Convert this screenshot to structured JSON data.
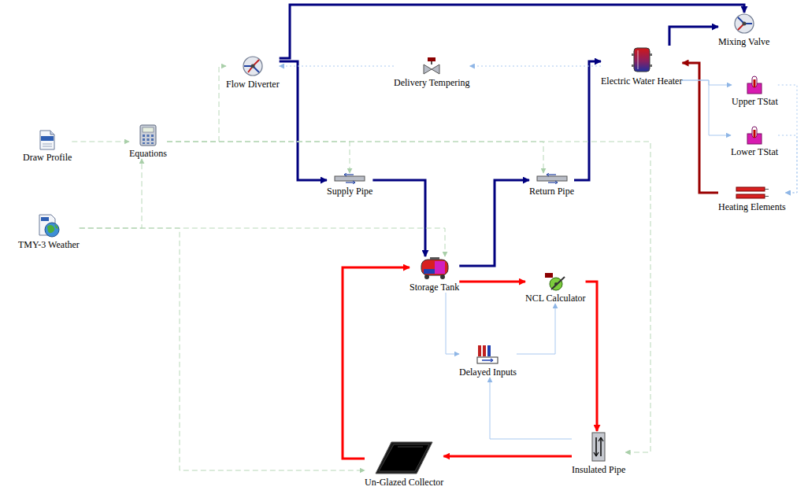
{
  "diagram": {
    "nodes": [
      {
        "text": [
          "Mixing Valve"
        ]
      },
      {
        "text": [
          "Flow Diverter"
        ]
      },
      {
        "text": [
          "Delivery Tempering"
        ]
      },
      {
        "text": [
          "Electric Water Heater"
        ]
      },
      {
        "text": [
          "Upper TStat"
        ]
      },
      {
        "text": [
          "Draw Profile"
        ]
      },
      {
        "text": [
          "Equations"
        ]
      },
      {
        "text": [
          "Lower TStat"
        ]
      },
      {
        "text": [
          "Supply Pipe"
        ]
      },
      {
        "text": [
          "Return Pipe"
        ]
      },
      {
        "text": [
          "Heating Elements"
        ]
      },
      {
        "text": [
          "TMY-3 Weather"
        ]
      },
      {
        "text": [
          "Storage Tank"
        ]
      },
      {
        "text": [
          "NCL Calculator"
        ]
      },
      {
        "text": [
          "Delayed Inputs"
        ]
      },
      {
        "text": [
          "Insulated Pipe"
        ]
      },
      {
        "text": [
          "Un-Glazed Collector"
        ]
      }
    ],
    "edges": [
      {
        "from": 1,
        "to": 8,
        "arrow": "to"
      },
      {
        "from": 1,
        "to": 0,
        "arrow": "to"
      },
      {
        "from": 8,
        "to": 12,
        "arrow": "to"
      },
      {
        "from": 12,
        "to": 9,
        "arrow": "to"
      },
      {
        "from": 9,
        "to": 3,
        "arrow": "to"
      },
      {
        "from": 3,
        "to": 0,
        "arrow": "to"
      },
      {
        "from": 12,
        "to": 13,
        "arrow": "to"
      },
      {
        "from": 13,
        "to": 15,
        "arrow": "to"
      },
      {
        "from": 15,
        "to": 16,
        "arrow": "to"
      },
      {
        "from": 16,
        "to": 12,
        "arrow": "to"
      },
      {
        "from": 10,
        "to": 3,
        "arrow": "to"
      },
      {
        "from": 3,
        "to": 4,
        "arrow": "to"
      },
      {
        "from": 3,
        "to": 7,
        "arrow": "to"
      },
      {
        "from": 4,
        "to": 10,
        "arrow": "to"
      },
      {
        "from": 7,
        "to": 10,
        "arrow": "to"
      },
      {
        "from": 3,
        "to": 2,
        "arrow": "to"
      },
      {
        "from": 2,
        "to": 1,
        "arrow": "to"
      },
      {
        "from": 12,
        "to": 14,
        "arrow": "to"
      },
      {
        "from": 14,
        "to": 13,
        "arrow": "to"
      },
      {
        "from": 15,
        "to": 14,
        "arrow": "to"
      },
      {
        "from": 5,
        "to": 6,
        "arrow": "to"
      },
      {
        "from": 11,
        "to": 6,
        "arrow": "to"
      },
      {
        "from": 6,
        "to": 1,
        "arrow": "to"
      },
      {
        "from": 6,
        "to": 8,
        "arrow": "to"
      },
      {
        "from": 6,
        "to": 9,
        "arrow": "to"
      },
      {
        "from": 6,
        "to": 15,
        "arrow": "to"
      },
      {
        "from": 11,
        "to": 12,
        "arrow": "to"
      },
      {
        "from": 11,
        "to": 16,
        "arrow": "to"
      }
    ]
  }
}
